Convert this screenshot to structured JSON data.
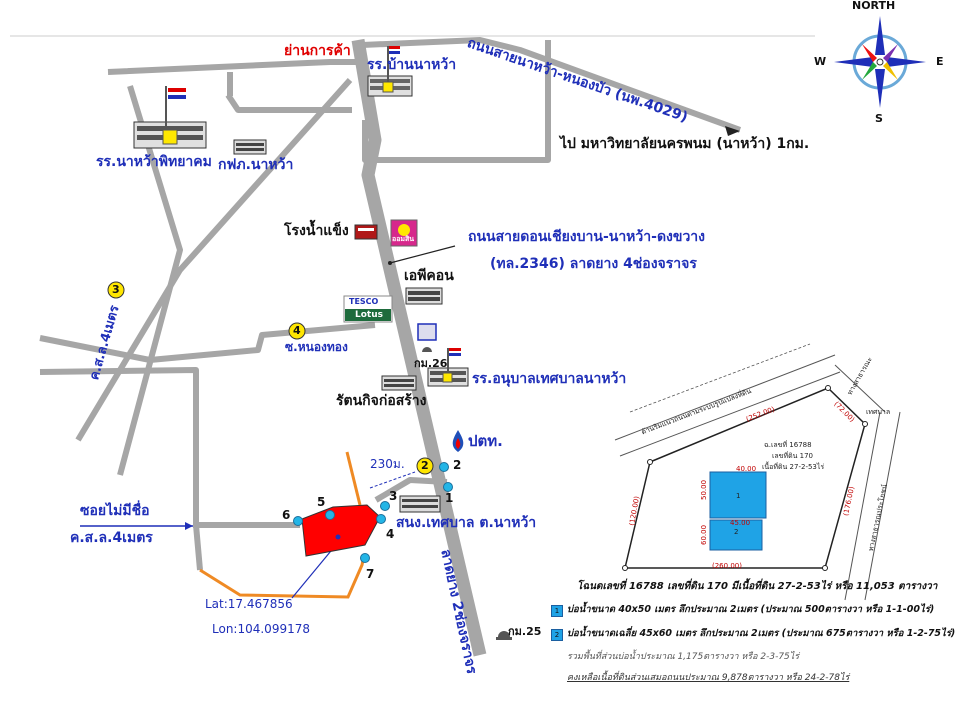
{
  "compass": {
    "north": "NORTH",
    "south": "S",
    "east": "E",
    "west": "W"
  },
  "labels": {
    "market_area": "ย่านการค้า",
    "school_ban_nawa": "รร.บ้านนาหว้า",
    "road_nawa_nongbua": "ถนนสายนาหว้า-หนองบัว (นพ.4029)",
    "to_university": "ไป มหาวิทยาลัยนครพนม (นาหว้า) 1กม.",
    "school_nawa_phitthayakhom": "รร.นาหว้าพิทยาคม",
    "pea_nawa": "กฟภ.นาหว้า",
    "ice_factory": "โรงน้ำแข็ง",
    "gsb_logo_text": "ออมสิน",
    "road_main_line1": "ถนนสายดอนเชียงบาน-นาหว้า-ดงขวาง",
    "road_main_line2": "(ทล.2346) ลาดยาง 4ช่องจราจร",
    "apcon": "เอพีคอน",
    "tesco": "TESCO",
    "lotus": "Lotus",
    "road_kaskl_3": "ค.ส.ล.4เมตร",
    "road_4_label": "ซ.หนองทอง",
    "km26": "กม.26",
    "kindergarten": "รร.อนุบาลเทศบาลนาหว้า",
    "rattana": "รัตนกิจก่อสร้าง",
    "ptt": "ปตท.",
    "distance": "230ม.",
    "municipality_office": "สนง.เทศบาล ต.นาหว้า",
    "soi_no_name": "ซอยไม่มีชื่อ",
    "soi_width": "ค.ส.ล.4เมตร",
    "lat": "Lat:17.467856",
    "lon": "Lon:104.099178",
    "road_asphalt": "ลาดยาง 2ช่องจราจร",
    "km25": "กม.25"
  },
  "markers": {
    "m3": "3",
    "m4": "4",
    "m2": "2"
  },
  "points": [
    "1",
    "2",
    "3",
    "4",
    "5",
    "6",
    "7"
  ],
  "plan": {
    "top_road": "ด้านริมแนวถนนตามระบบรูปแปลงที่ดิน",
    "right_road1": "ทางสาธารณะ",
    "right_road2": "เทศบาล",
    "right_side_road": "ทางสาธารณประโยชน์",
    "deed_line1": "ฉ.เลขที่ 16788",
    "deed_line2": "เลขที่ดิน 170",
    "deed_line3": "เนื้อที่ดิน 27-2-53ไร่",
    "dim_top": "(252.00)",
    "dim_top_right": "(72.00)",
    "dim_left": "(120.00)",
    "dim_right": "(176.00)",
    "dim_bottom": "(260.00)",
    "pond1_dim_top": "40.00",
    "pond1_dim_side": "50.00",
    "pond2_dim_top": "45.00",
    "pond2_dim_side": "60.00",
    "pond1_num": "1",
    "pond2_num": "2",
    "summary": "โฉนดเลขที่ 16788 เลขที่ดิน 170 มีเนื้อที่ดิน 27-2-53ไร่ หรือ 11,053 ตารางวา",
    "legend": [
      {
        "num": "1",
        "text": "บ่อน้ำขนาด 40x50 เมตร ลึกประมาณ 2เมตร (ประมาณ 500ตารางวา หรือ 1-1-00ไร่)"
      },
      {
        "num": "2",
        "text": "บ่อน้ำขนาดเฉลี่ย 45x60 เมตร ลึกประมาณ 2เมตร (ประมาณ 675ตารางวา หรือ 1-2-75ไร่)"
      }
    ],
    "total_pond": "รวมพื้นที่ส่วนบ่อน้ำประมาณ 1,175ตารางวา หรือ 2-3-75ไร่",
    "remaining": "คงเหลือเนื้อที่ดินส่วนเสมอถนนประมาณ 9,878ตารางวา หรือ 24-2-78ไร่"
  },
  "colors": {
    "road": "#a6a6a6",
    "plot": "#ff0000",
    "orange_road": "#ef8a24",
    "pond": "#1fa3e6",
    "text_blue": "#1f2fb8"
  }
}
